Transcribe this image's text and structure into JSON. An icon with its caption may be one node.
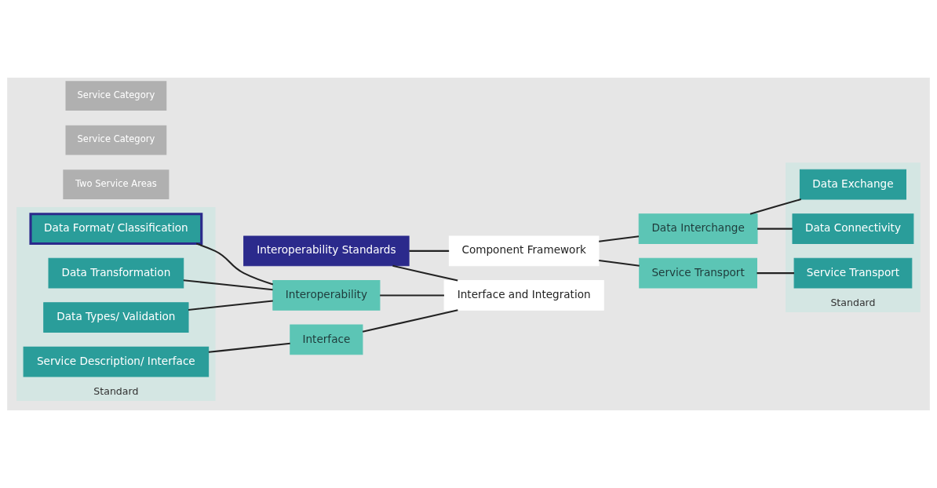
{
  "diagram": {
    "nodes": [
      {
        "text": [
          "Interoperability Standards"
        ]
      },
      {
        "text": [
          "Component Framework"
        ]
      },
      {
        "text": [
          "Interface and Integration"
        ]
      },
      {
        "text": [
          "Data Interchange"
        ]
      },
      {
        "text": [
          "Service Transport"
        ]
      },
      {
        "text": [
          "Standard"
        ]
      },
      {
        "text": [
          "Data Exchange"
        ],
        "in": 5
      },
      {
        "text": [
          "Data Connectivity"
        ],
        "in": 5
      },
      {
        "text": [
          "Service Transport"
        ],
        "in": 5
      },
      {
        "text": [
          "Standard"
        ]
      },
      {
        "text": [
          "Data Format/ Classification"
        ],
        "in": 9
      },
      {
        "text": [
          "Data Transformation"
        ],
        "in": 9
      },
      {
        "text": [
          "Data Types/ Validation"
        ],
        "in": 9
      },
      {
        "text": [
          "Service Description/ Interface"
        ],
        "in": 9
      },
      {
        "text": [
          "Interoperability"
        ]
      },
      {
        "text": [
          "Interface"
        ]
      }
    ],
    "edges": [
      {
        "from": 0,
        "to": 1,
        "arrow": "none"
      },
      {
        "from": 0,
        "to": 2,
        "arrow": "none"
      },
      {
        "from": 1,
        "to": 3,
        "arrow": "none"
      },
      {
        "from": 1,
        "to": 4,
        "arrow": "none"
      },
      {
        "from": 3,
        "to": 6,
        "arrow": "none"
      },
      {
        "from": 3,
        "to": 7,
        "arrow": "none"
      },
      {
        "from": 4,
        "to": 8,
        "arrow": "none"
      },
      {
        "from": 10,
        "to": 14,
        "arrow": "none"
      },
      {
        "from": 11,
        "to": 14,
        "arrow": "none"
      },
      {
        "from": 12,
        "to": 14,
        "arrow": "none"
      },
      {
        "from": 13,
        "to": 15,
        "arrow": "none"
      },
      {
        "from": 14,
        "to": 2,
        "arrow": "none"
      },
      {
        "from": 15,
        "to": 2,
        "arrow": "none"
      }
    ],
    "labels": [
      "Two Service Areas",
      "Service Category",
      "Service Category"
    ]
  }
}
